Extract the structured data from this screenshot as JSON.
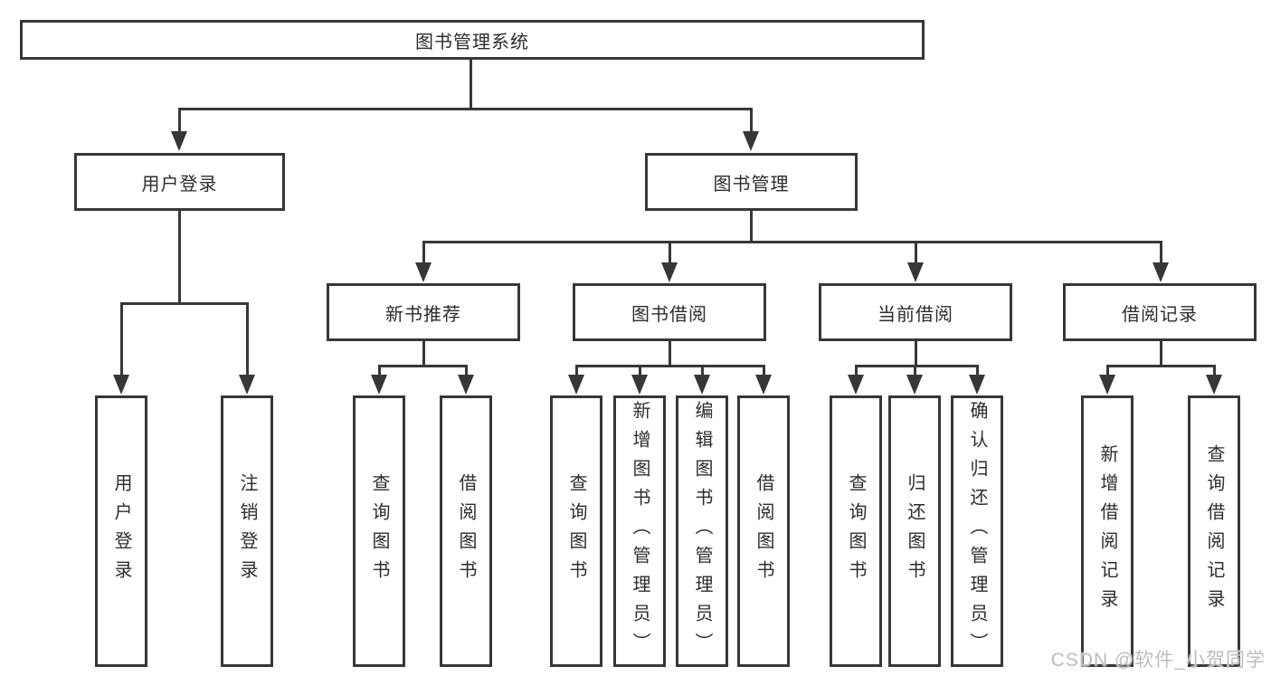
{
  "diagram": {
    "root": "图书管理系统",
    "branches": [
      {
        "label": "用户登录",
        "children": [
          "用户登录",
          "注销登录"
        ]
      },
      {
        "label": "图书管理",
        "groups": [
          {
            "label": "新书推荐",
            "children": [
              "查询图书",
              "借阅图书"
            ]
          },
          {
            "label": "图书借阅",
            "children": [
              "查询图书",
              "新增图书（管理员）",
              "编辑图书（管理员）",
              "借阅图书"
            ]
          },
          {
            "label": "当前借阅",
            "children": [
              "查询图书",
              "归还图书",
              "确认归还（管理员）"
            ]
          },
          {
            "label": "借阅记录",
            "children": [
              "新增借阅记录",
              "查询借阅记录"
            ]
          }
        ]
      }
    ]
  },
  "watermark": "CSDN @软件_小贺同学",
  "colors": {
    "bg": "#ffffff",
    "border": "#373737",
    "line": "#373737",
    "text": "#2d2d2d",
    "watermark": "#bdbdbd"
  }
}
